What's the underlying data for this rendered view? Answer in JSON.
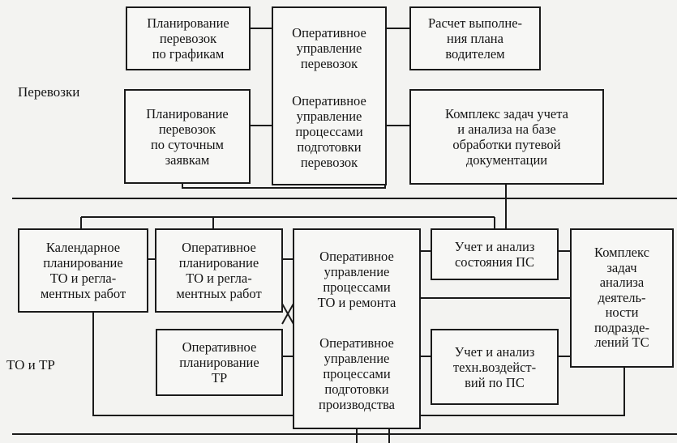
{
  "sections": {
    "transport": "Перевозки",
    "maintenance": "ТО и ТР"
  },
  "boxes": {
    "plan_schedule": "Планирование\nперевозок\nпо графикам",
    "plan_daily": "Планирование\nперевозок\nпо суточным\nзаявкам",
    "op_transport": "Оперативное\nуправление\nперевозок",
    "op_prep": "Оперативное\nуправление\nпроцессами\nподготовки\nперевозок",
    "driver_plan": "Расчет выполне-\nния плана\nводителем",
    "waybill_complex": "Комплекс задач учета\nи анализа на базе\nобработки путевой\nдокументации",
    "calendar_plan": "Календарное\nпланирование\nТО и регла-\nментных работ",
    "op_plan_to": "Оперативное\nпланирование\nТО и регла-\nментных работ",
    "op_plan_tr": "Оперативное\nпланирование\nТР",
    "op_to_repair": "Оперативное\nуправление\nпроцессами\nТО и ремонта",
    "op_production": "Оперативное\nуправление\nпроцессами\nподготовки\nпроизводства",
    "ps_state": "Учет и анализ\nсостояния ПС",
    "tech_impact": "Учет и анализ\nтехн.воздейст-\nвий по ПС",
    "dept_complex": "Комплекс\nзадач\nанализа\nдеятель-\nности\nподразде-\nлений ТС"
  }
}
